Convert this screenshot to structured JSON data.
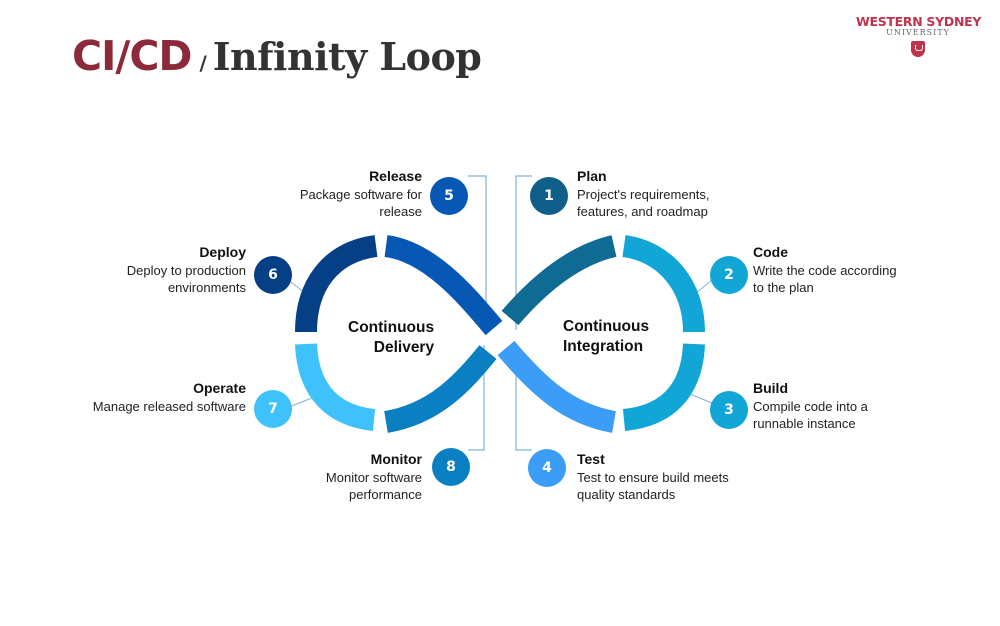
{
  "title": {
    "part1": "CI/CD",
    "separator": "/",
    "part2": "Infinity Loop"
  },
  "logo": {
    "line1": "WESTERN SYDNEY",
    "line2": "UNIVERSITY"
  },
  "center_labels": {
    "delivery": [
      "Continuous",
      "Delivery"
    ],
    "integration": [
      "Continuous",
      "Integration"
    ]
  },
  "steps": [
    {
      "number": "1",
      "title": "Plan",
      "desc": [
        "Project's requirements,",
        "features, and roadmap"
      ],
      "color": "#0f5f8a"
    },
    {
      "number": "2",
      "title": "Code",
      "desc": [
        "Write the code according",
        "to the plan"
      ],
      "color": "#12a6d6"
    },
    {
      "number": "3",
      "title": "Build",
      "desc": [
        "Compile code into a",
        "runnable instance"
      ],
      "color": "#12a6d6"
    },
    {
      "number": "4",
      "title": "Test",
      "desc": [
        "Test to ensure build meets",
        "quality standards"
      ],
      "color": "#3d9cf5"
    },
    {
      "number": "5",
      "title": "Release",
      "desc": [
        "Package software for",
        "release"
      ],
      "color": "#0758b5"
    },
    {
      "number": "6",
      "title": "Deploy",
      "desc": [
        "Deploy to production",
        "environments"
      ],
      "color": "#053f86"
    },
    {
      "number": "7",
      "title": "Operate",
      "desc": [
        "Manage released software"
      ],
      "color": "#3fc1fb"
    },
    {
      "number": "8",
      "title": "Monitor",
      "desc": [
        "Monitor software",
        "performance"
      ],
      "color": "#0a80c2"
    }
  ],
  "segment_colors": {
    "plan": "#0f6a94",
    "code": "#12a6d6",
    "build": "#12a6d6",
    "test": "#3d9cf5",
    "release": "#0758b5",
    "deploy": "#053f86",
    "operate": "#3fc1fb",
    "monitor": "#0a80c2"
  },
  "connector_color": "#7fb3d8"
}
